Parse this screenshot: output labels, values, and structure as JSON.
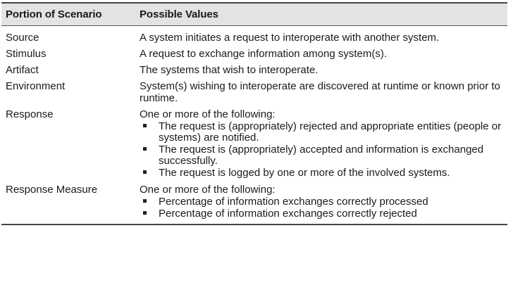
{
  "table": {
    "headers": [
      "Portion of Scenario",
      "Possible Values"
    ],
    "rows": [
      {
        "portion": "Source",
        "text": "A system initiates a request to interoperate with another system."
      },
      {
        "portion": "Stimulus",
        "text": "A request to exchange information among system(s)."
      },
      {
        "portion": "Artifact",
        "text": "The systems that wish to interoperate."
      },
      {
        "portion": "Environment",
        "text": "System(s) wishing to interoperate are discovered at runtime or known prior to runtime."
      },
      {
        "portion": "Response",
        "intro": "One or more of the following:",
        "bullets": [
          "The request is (appropriately) rejected and appropriate entities (people or systems) are notified.",
          "The request is (appropriately) accepted and information is exchanged successfully.",
          "The request is logged by one or more of the involved systems."
        ]
      },
      {
        "portion": "Response Measure",
        "intro": "One or more of the following:",
        "bullets": [
          "Percentage of information exchanges correctly processed",
          "Percentage of information exchanges correctly rejected"
        ]
      }
    ]
  }
}
